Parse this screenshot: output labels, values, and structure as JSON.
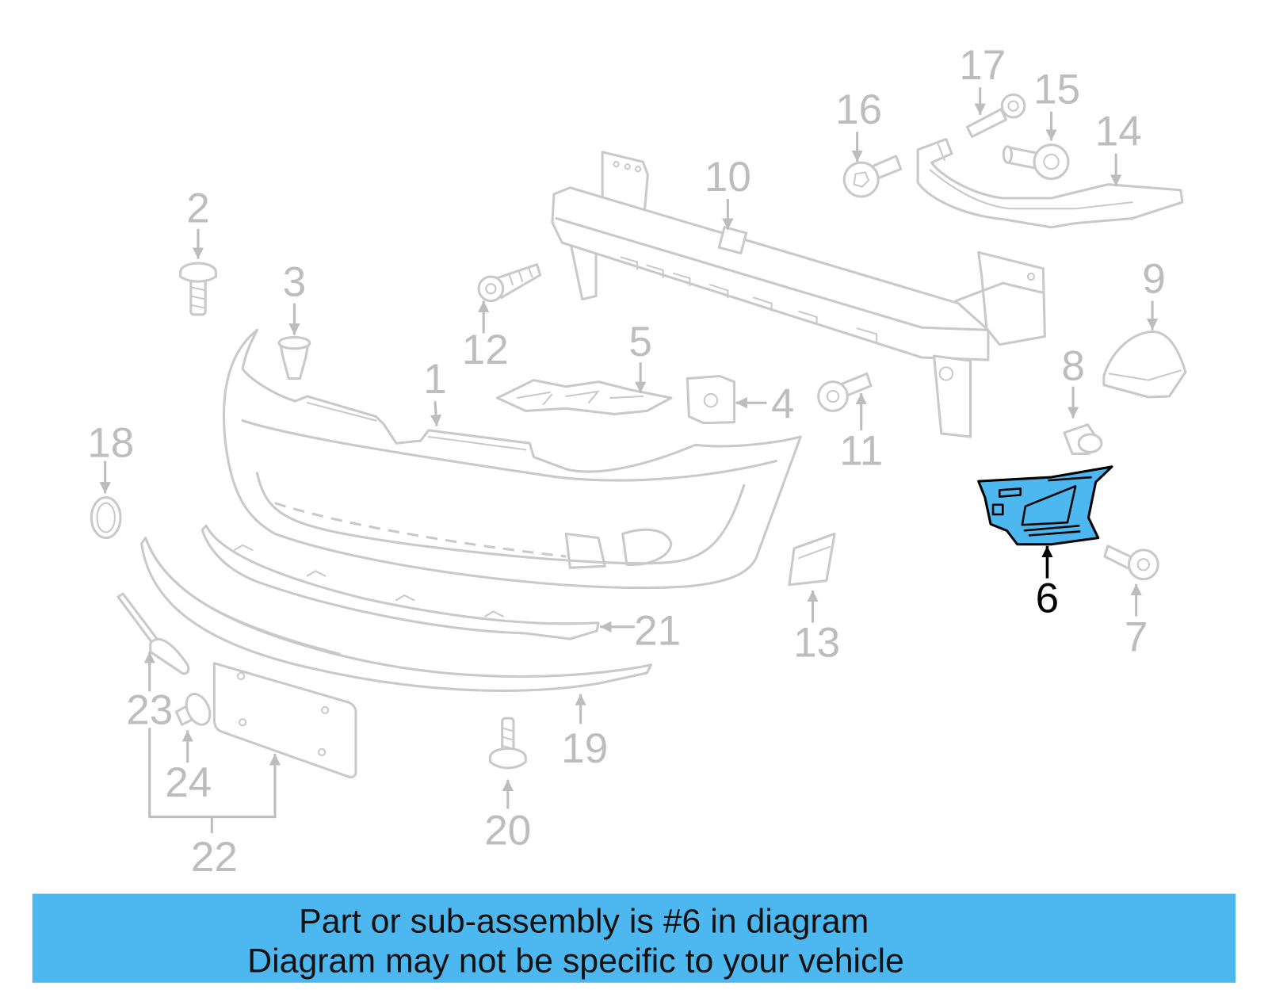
{
  "diagram": {
    "callouts": [
      "1",
      "2",
      "3",
      "4",
      "5",
      "6",
      "7",
      "8",
      "9",
      "10",
      "11",
      "12",
      "13",
      "14",
      "15",
      "16",
      "17",
      "18",
      "19",
      "20",
      "21",
      "22",
      "23",
      "24"
    ]
  },
  "banner": {
    "line1": "Part or sub-assembly is #6 in diagram",
    "line2": "Diagram may not be specific to your vehicle"
  },
  "colors": {
    "part_outline": "#c9c9c9",
    "callout_text": "#bdbdbd",
    "highlighted_part": "#4db8ef",
    "highlighted_callout": "#000000",
    "banner_background": "#4db8ef"
  }
}
